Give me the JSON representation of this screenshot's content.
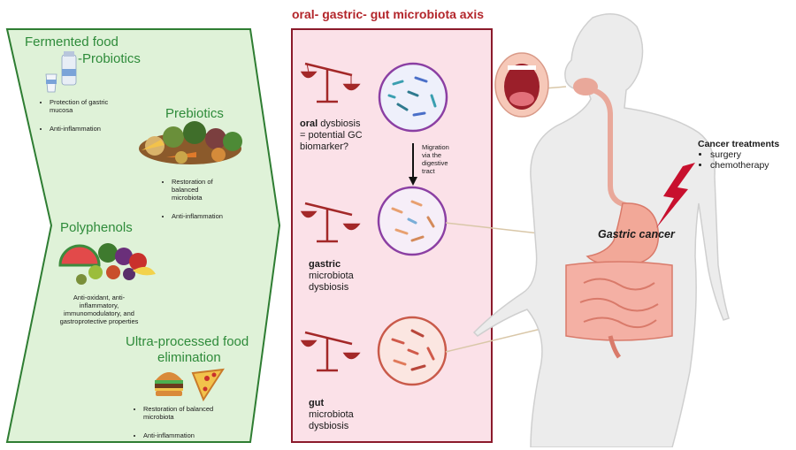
{
  "header": {
    "axis_title": "oral- gastric- gut microbiota axis"
  },
  "left_panel": {
    "fermented": {
      "title_line1": "Fermented food",
      "title_line2": "-Probiotics",
      "bullets": [
        "Protection of gastric mucosa",
        "Anti-inflammation"
      ]
    },
    "prebiotics": {
      "title": "Prebiotics",
      "bullets": [
        "Restoration of balanced microbiota",
        "Anti-inflammation"
      ]
    },
    "polyphenols": {
      "title": "Polyphenols",
      "text": "Anti-oxidant, anti-inflammatory, immunomodulatory, and gastroprotective properties"
    },
    "ultra": {
      "title_line1": "Ultra-processed food",
      "title_line2": "elimination",
      "bullets": [
        "Restoration of balanced microbiota",
        "Anti-inflammation"
      ]
    }
  },
  "middle_panel": {
    "oral": {
      "bold": "oral",
      "rest_line1": " dysbiosis",
      "line2": "= potential GC",
      "line3": "biomarker?"
    },
    "migration": {
      "line1": "Migration",
      "line2": "via the",
      "line3": "digestive",
      "line4": "tract"
    },
    "gastric": {
      "bold": "gastric",
      "line2": "microbiota",
      "line3": "dysbiosis"
    },
    "gut": {
      "bold": "gut",
      "line2": "microbiota",
      "line3": "dysbiosis"
    }
  },
  "right_panel": {
    "treatments_title": "Cancer treatments",
    "treatments": [
      "surgery",
      "chemotherapy"
    ],
    "gastric_cancer_label": "Gastric cancer"
  },
  "colors": {
    "left_bg": "#dff2d8",
    "left_border": "#2e7d32",
    "mid_bg": "#fbe1e8",
    "mid_border": "#8b1a2b",
    "title_red": "#b3262b",
    "heading_green": "#2e8b3a",
    "scale": "#a32828",
    "lightning": "#c8102e"
  }
}
